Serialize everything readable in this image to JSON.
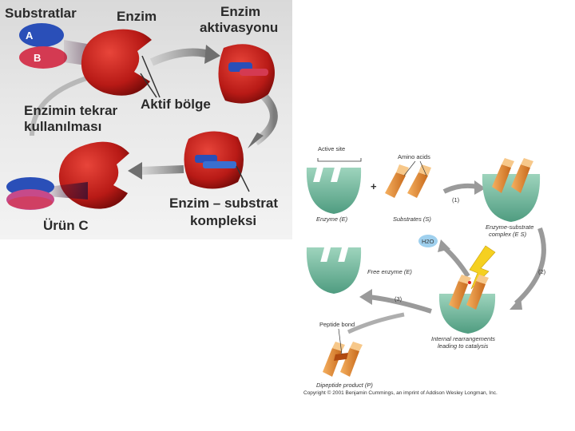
{
  "left_diagram": {
    "substrates_label": "Substratlar",
    "substrate_a": "A",
    "substrate_b": "B",
    "enzyme_label": "Enzim",
    "activation_label_line1": "Enzim",
    "activation_label_line2": "aktivasyonu",
    "active_site_label": "Aktif bölge",
    "reuse_label_line1": "Enzimin tekrar",
    "reuse_label_line2": "kullanılması",
    "es_complex_label_line1": "Enzim – substrat",
    "es_complex_label_line2": "kompleksi",
    "product_label": "Ürün C",
    "colors": {
      "enzyme": "#c0201a",
      "substrate_a": "#2a4fb8",
      "substrate_b": "#d43a52"
    }
  },
  "right_diagram": {
    "active_site": "Active site",
    "amino_acids": "Amino acids",
    "plus": "+",
    "enzyme_e": "Enzyme (E)",
    "substrates_s": "Substrates (S)",
    "step1": "(1)",
    "es_complex_line1": "Enzyme-substrate",
    "es_complex_line2": "complex (E S)",
    "water": "H2O",
    "free_enzyme": "Free enzyme (E)",
    "step2": "(2)",
    "step3": "(3)",
    "peptide_bond": "Peptide bond",
    "internal_line1": "Internal rearrangements",
    "internal_line2": "leading to catalysis",
    "product": "Dipeptide product (P)",
    "copyright": "Copyright © 2001 Benjamin Cummings, an imprint of Addison Wesley Longman, Inc.",
    "colors": {
      "enzyme": "#6fb59a",
      "amino_acid": "#e0903a",
      "water": "#9fd0ee",
      "arrow": "#9a9a9a"
    }
  }
}
